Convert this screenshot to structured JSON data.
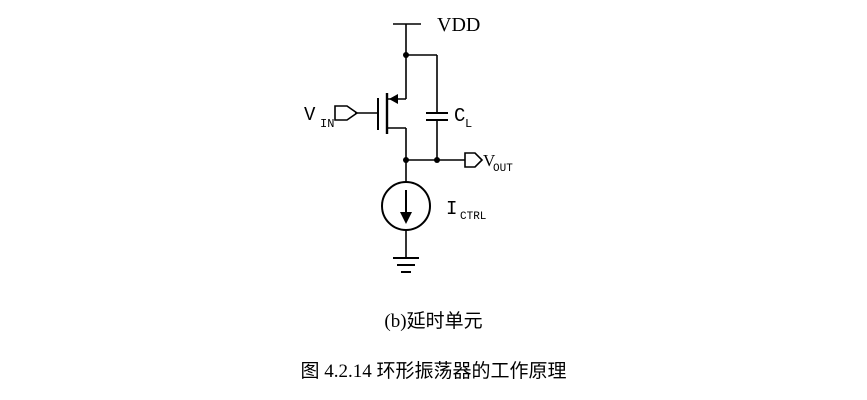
{
  "diagram": {
    "vdd_label": "VDD",
    "vin": {
      "main": "V",
      "sub": "IN"
    },
    "cl": {
      "main": "C",
      "sub": "L"
    },
    "vout": {
      "main": "V",
      "sub": "OUT"
    },
    "ictrl": {
      "main": "I",
      "sub": "CTRL"
    }
  },
  "captions": {
    "subfigure": "(b)延时单元",
    "figure": "图 4.2.14  环形振荡器的工作原理"
  }
}
